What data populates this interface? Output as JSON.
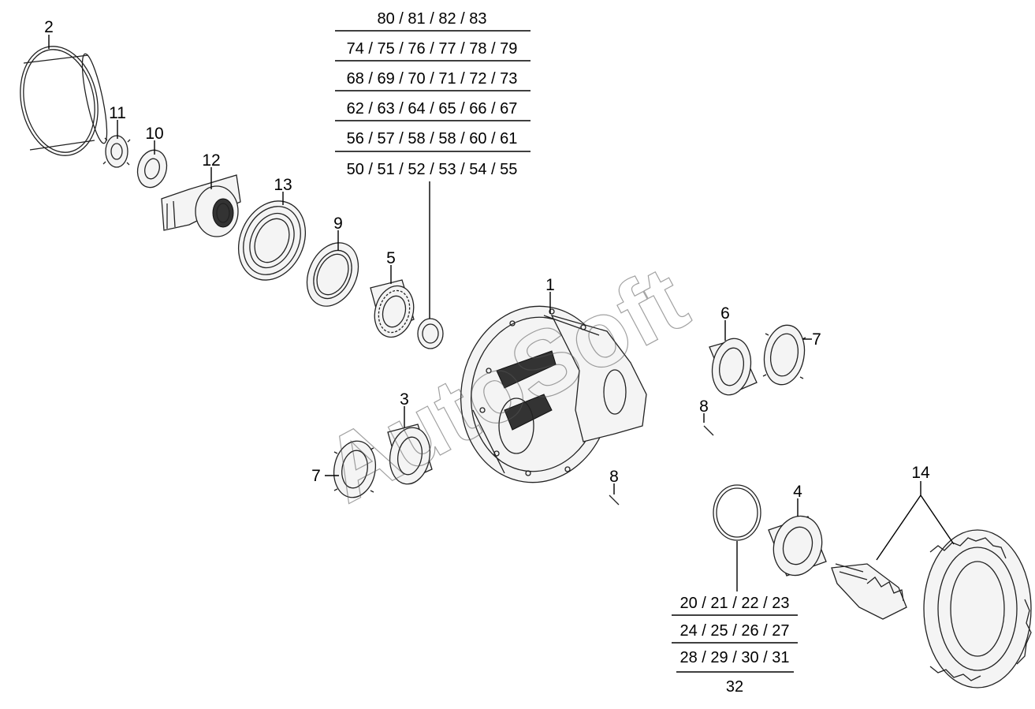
{
  "callouts": {
    "p1": "1",
    "p2": "2",
    "p3": "3",
    "p4": "4",
    "p5": "5",
    "p6": "6",
    "p7a": "7",
    "p7b": "7",
    "p8a": "8",
    "p8b": "8",
    "p9": "9",
    "p10": "10",
    "p11": "11",
    "p12": "12",
    "p13": "13",
    "p14": "14"
  },
  "group_top": {
    "rows": [
      "80 / 81 / 82 / 83",
      "74 / 75 / 76 / 77 / 78 / 79",
      "68 / 69 / 70 / 71 / 72 / 73",
      "62 / 63 / 64 / 65 / 66 / 67",
      "56 / 57 / 58 / 58 / 60 / 61",
      "50 / 51 / 52 / 53 / 54 / 55"
    ]
  },
  "group_bottom": {
    "rows": [
      "20 / 21 / 22 / 23",
      "24 / 25 / 26 / 27",
      "28 / 29 / 30 / 31",
      "32"
    ]
  },
  "watermark": "AutoSoft"
}
